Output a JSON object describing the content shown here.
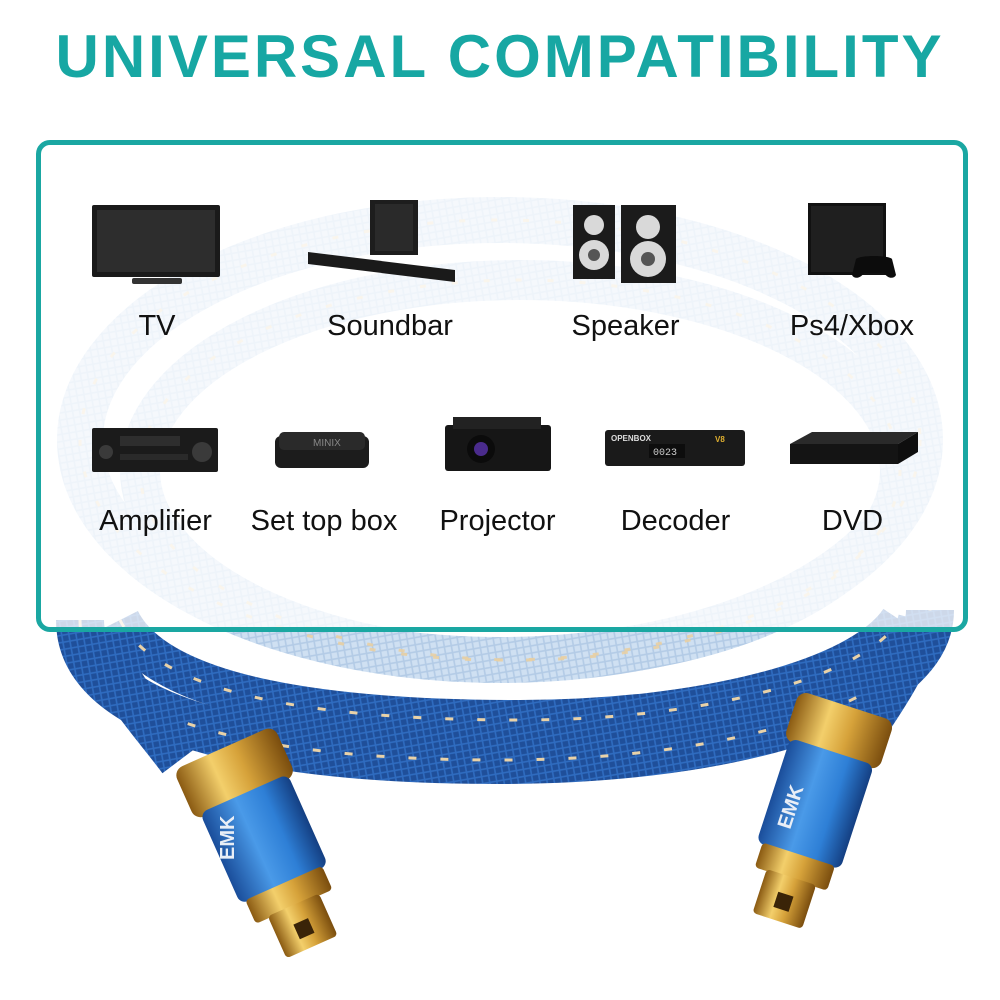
{
  "headline": "UNIVERSAL COMPATIBILITY",
  "colors": {
    "accent": "#17a7a3",
    "panel_border": "#1aa7a2",
    "cable_blue": "#1f4f9a",
    "connector_blue": "#2e7fd6",
    "gold": "#d6a23a"
  },
  "devices": [
    {
      "label": "TV",
      "icon": "tv-icon"
    },
    {
      "label": "Soundbar",
      "icon": "soundbar-icon"
    },
    {
      "label": "Speaker",
      "icon": "speaker-icon"
    },
    {
      "label": "Ps4/Xbox",
      "icon": "game-console-icon"
    },
    {
      "label": "Amplifier",
      "icon": "amplifier-icon"
    },
    {
      "label": "Set top box",
      "icon": "set-top-box-icon"
    },
    {
      "label": "Projector",
      "icon": "projector-icon"
    },
    {
      "label": "Decoder",
      "icon": "decoder-icon"
    },
    {
      "label": "DVD",
      "icon": "dvd-player-icon"
    }
  ],
  "device_markings": {
    "set_top_box_logo": "MINIX",
    "decoder_brand": "OPENBOX",
    "decoder_display": "0023",
    "decoder_model": "V8"
  },
  "connector_brand": "EMK"
}
